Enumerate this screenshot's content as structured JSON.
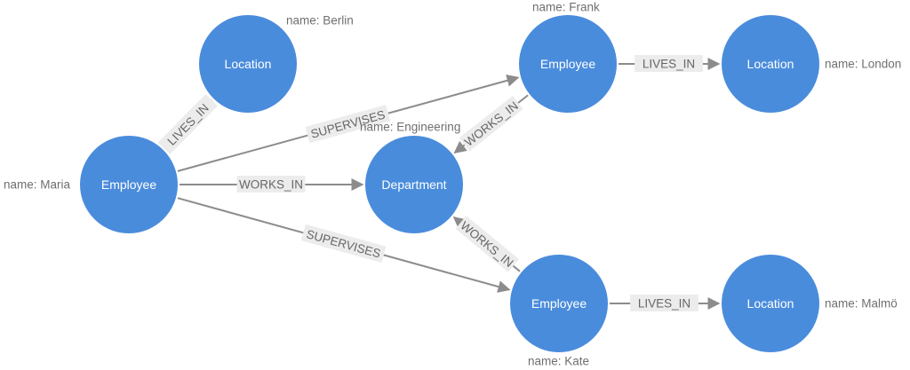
{
  "colors": {
    "node": "#4a8cdc",
    "edge": "#8c8c8c",
    "edge_label_bg": "#ececec",
    "text": "#6f6f6f"
  },
  "nodes": [
    {
      "id": "maria",
      "label": "Employee",
      "property": "name: Maria"
    },
    {
      "id": "berlin",
      "label": "Location",
      "property": "name: Berlin"
    },
    {
      "id": "frank",
      "label": "Employee",
      "property": "name: Frank"
    },
    {
      "id": "london",
      "label": "Location",
      "property": "name: London"
    },
    {
      "id": "dept",
      "label": "Department",
      "property": "name: Engineering"
    },
    {
      "id": "kate",
      "label": "Employee",
      "property": "name: Kate"
    },
    {
      "id": "malmo",
      "label": "Location",
      "property": "name: Malmö"
    }
  ],
  "edges": [
    {
      "from": "maria",
      "to": "berlin",
      "label": "LIVES_IN"
    },
    {
      "from": "maria",
      "to": "frank",
      "label": "SUPERVISES"
    },
    {
      "from": "maria",
      "to": "dept",
      "label": "WORKS_IN"
    },
    {
      "from": "maria",
      "to": "kate",
      "label": "SUPERVISES"
    },
    {
      "from": "frank",
      "to": "london",
      "label": "LIVES_IN"
    },
    {
      "from": "frank",
      "to": "dept",
      "label": "WORKS_IN"
    },
    {
      "from": "kate",
      "to": "dept",
      "label": "WORKS_IN"
    },
    {
      "from": "kate",
      "to": "malmo",
      "label": "LIVES_IN"
    }
  ]
}
